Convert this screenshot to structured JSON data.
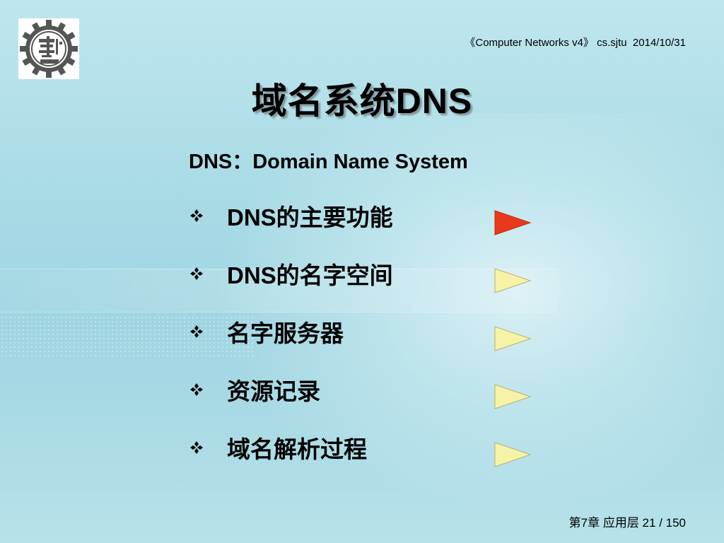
{
  "header": {
    "course_info": "《Computer Networks v4》 cs.sjtu  2014/10/31"
  },
  "slide": {
    "title": "域名系统DNS",
    "subtitle": "DNS：Domain Name System",
    "items": [
      {
        "label": "DNS的主要功能",
        "active": true
      },
      {
        "label": "DNS的名字空间",
        "active": false
      },
      {
        "label": "名字服务器",
        "active": false
      },
      {
        "label": "资源记录",
        "active": false
      },
      {
        "label": "域名解析过程",
        "active": false
      }
    ]
  },
  "footer": {
    "page_info": "第7章 应用层 21 / 150"
  },
  "colors": {
    "active_arrow": "#e83a1a",
    "inactive_arrow": "#f7f3a6",
    "background": "#a9dbe6"
  },
  "icons": {
    "bullet": "diamond-bullet-icon",
    "arrow": "triangle-arrow-icon",
    "logo": "university-logo"
  }
}
